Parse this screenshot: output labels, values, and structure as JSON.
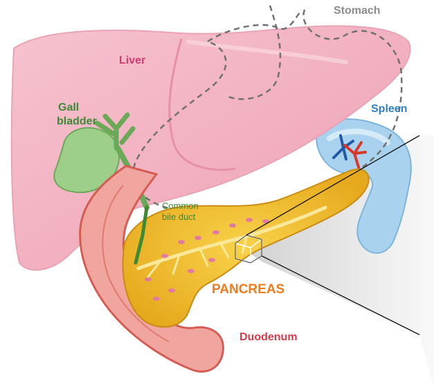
{
  "labels": {
    "stomach": "Stomach",
    "liver": "Liver",
    "gall_bladder_line1": "Gall",
    "gall_bladder_line2": "bladder",
    "spleen": "Spleen",
    "common_bile_duct_line1": "Common",
    "common_bile_duct_line2": "bile duct",
    "pancreas": "PANCREAS",
    "duodenum": "Duodenum"
  },
  "colors": {
    "stomach_label": "#8c8c8c",
    "liver_label": "#d63a6e",
    "liver_fill": "#f4b8c6",
    "gall_bladder_label": "#3c8a34",
    "gall_bladder_fill": "#9dcf8a",
    "spleen_label": "#2f7fc4",
    "spleen_fill": "#a9d2ee",
    "bile_duct_label": "#3c8a34",
    "pancreas_label": "#f07b1c",
    "pancreas_fill": "#f2c233",
    "duodenum_label": "#d83a4a",
    "duodenum_fill": "#e8857c"
  }
}
